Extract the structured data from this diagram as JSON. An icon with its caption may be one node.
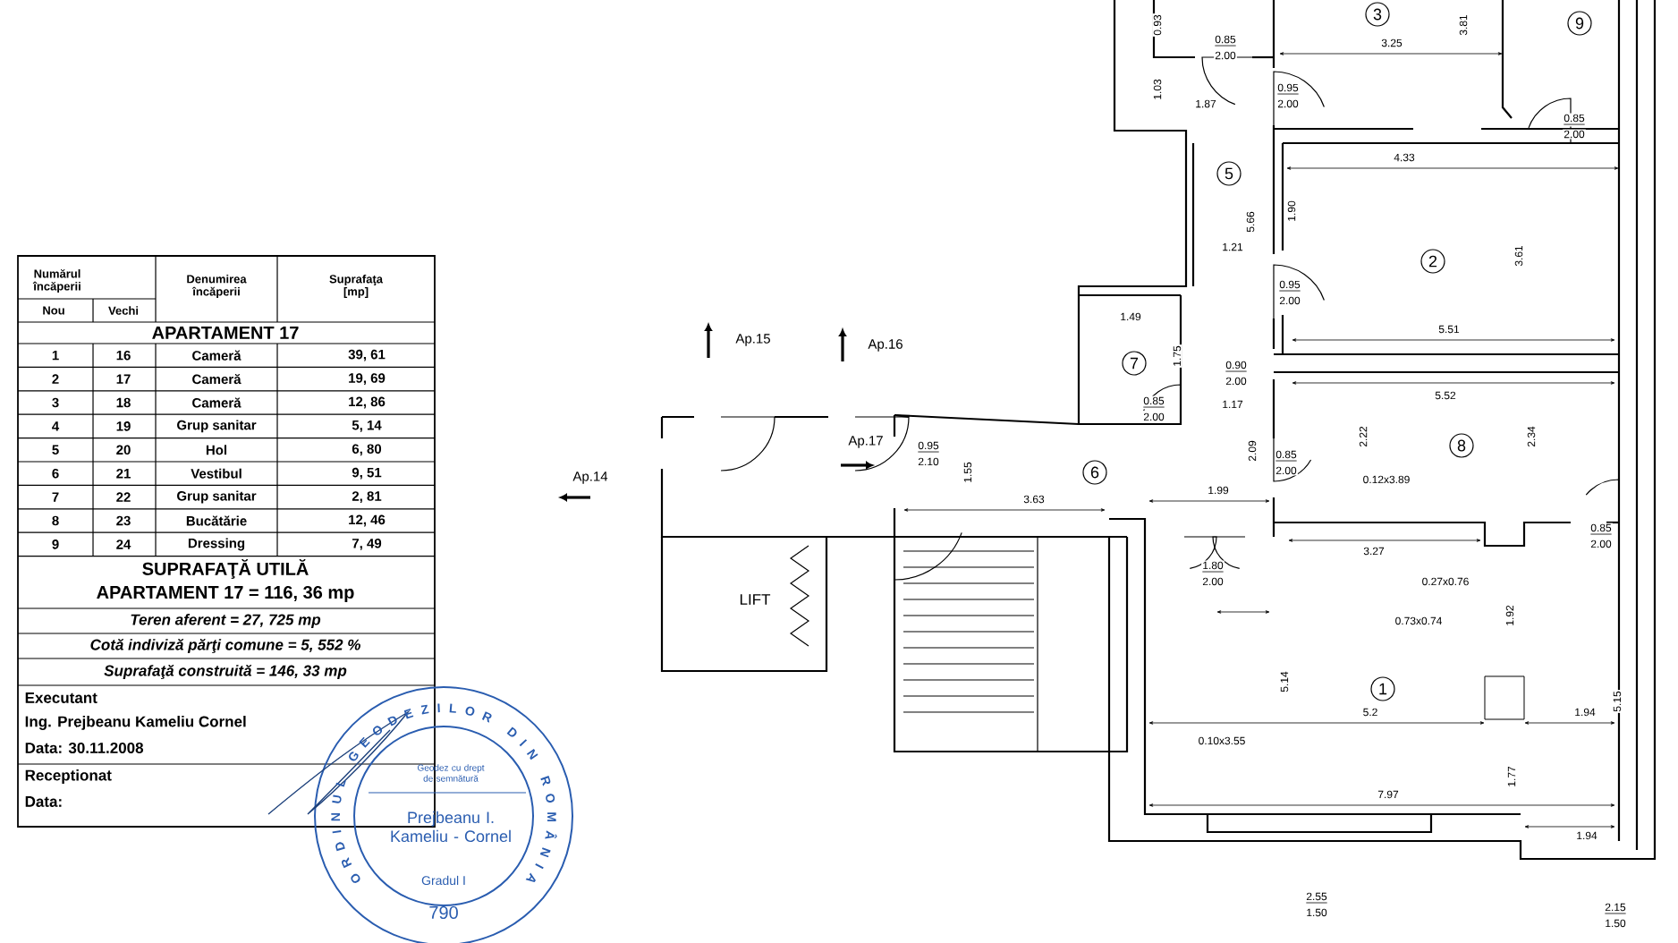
{
  "diagram": {
    "nodes": [
      {
        "text": [
          "3"
        ]
      },
      {
        "text": [
          "9"
        ]
      },
      {
        "text": [
          "5"
        ]
      },
      {
        "text": [
          "2"
        ]
      },
      {
        "text": [
          "7"
        ]
      },
      {
        "text": [
          "8"
        ]
      },
      {
        "text": [
          "6"
        ]
      },
      {
        "text": [
          "1"
        ]
      }
    ],
    "labels": [
      "Numărul încăperii",
      "Denumirea încăperii",
      "Suprafaţa [mp]",
      "Nou",
      "Vechi",
      "APARTAMENT 17",
      "1",
      "16",
      "Cameră",
      "39, 61",
      "2",
      "17",
      "Cameră",
      "19, 69",
      "3",
      "18",
      "Cameră",
      "12, 86",
      "4",
      "19",
      "Grup sanitar",
      "5, 14",
      "5",
      "20",
      "Hol",
      "6, 80",
      "6",
      "21",
      "Vestibul",
      "9, 51",
      "7",
      "22",
      "Grup sanitar",
      "2, 81",
      "8",
      "23",
      "Bucătărie",
      "12, 46",
      "9",
      "24",
      "Dressing",
      "7, 49",
      "SUPRAFAŢĂ UTILĂ",
      "APARTAMENT 17 = 116, 36 mp",
      "Teren aferent = 27, 725 mp",
      "Cotă indiviză părţi comune = 5, 552 %",
      "Suprafaţă construită = 146, 33 mp",
      "Executant",
      "Ing. Prejbeanu Kameliu Cornel",
      "Data: 30.11.2008",
      "Receptionat",
      "Data:",
      "0.93",
      "0.85",
      "2.00",
      "3.25",
      "3.81",
      "1.03",
      "1.87",
      "0.95",
      "2.00",
      "0.85",
      "2.00",
      "4.33",
      "1.90",
      "5.66",
      "1.21",
      "3.61",
      "0.95",
      "2.00",
      "1.49",
      "5.51",
      "1.75",
      "0.90",
      "2.00",
      "0.85",
      "2.00",
      "1.17",
      "5.52",
      "2.22",
      "2.34",
      "2.09",
      "0.85",
      "2.00",
      "0.12x3.89",
      "Ap.15",
      "Ap.16",
      "Ap.17",
      "0.95",
      "2.10",
      "Ap.14",
      "1.55",
      "3.63",
      "1.99",
      "3.27",
      "0.85",
      "2.00",
      "1.80",
      "2.00",
      "0.27x0.76",
      "0.73x0.74",
      "1.92",
      "LIFT",
      "5.14",
      "5.2",
      "1.94",
      "5.15",
      "0.10x3.55",
      "7.97",
      "1.77",
      "1.94",
      "2.55",
      "1.50",
      "2.15",
      "1.50",
      "ORDINUL GEODEZILOR DIN ROMÂNIA",
      "Geodez cu drept de semnătură",
      "Prejbeanu I. Kameliu - Cornel",
      "Gradul I",
      "790"
    ]
  }
}
